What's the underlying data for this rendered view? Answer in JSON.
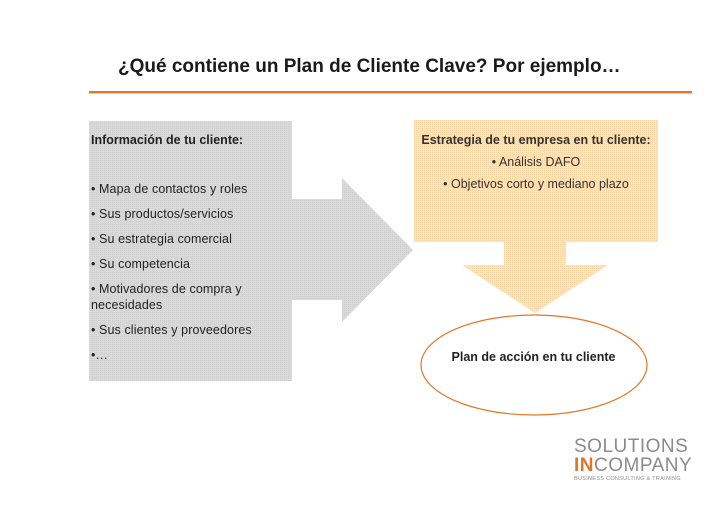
{
  "slide": {
    "title": "¿Qué contiene un Plan de Cliente Clave? Por ejemplo…"
  },
  "left_box": {
    "heading": "Información de tu cliente:",
    "items": [
      "• Mapa de contactos y roles",
      "• Sus productos/servicios",
      "• Su estrategia comercial",
      "• Su competencia",
      "• Motivadores de compra y necesidades",
      "• Sus clientes y proveedores",
      "•…"
    ]
  },
  "right_box": {
    "heading": "Estrategia de tu empresa en tu cliente:",
    "items": [
      "• Análisis DAFO",
      "• Objetivos corto y mediano plazo"
    ]
  },
  "result": {
    "label": "Plan de acción en tu cliente"
  },
  "logo": {
    "line1": "SOLUTIONS",
    "line2_accent": "IN",
    "line2_rest": "COMPANY",
    "tagline": "BUSINESS CONSULTING & TRAINING"
  },
  "colors": {
    "accent": "#e0782a",
    "left_box_fill": "#dcdcdc",
    "right_box_fill": "#fde2b8",
    "arrow_gray": "#d6d6d6",
    "arrow_peach": "#fde2b8",
    "ellipse_stroke": "#e0782a"
  }
}
